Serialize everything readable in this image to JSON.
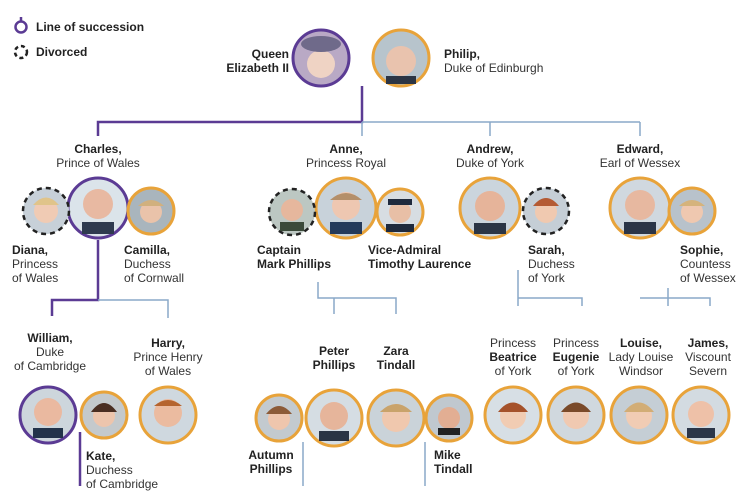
{
  "legend": {
    "succession": "Line of succession",
    "divorced": "Divorced"
  },
  "colors": {
    "succession": "#5b3b94",
    "orange": "#e8a33a",
    "line": "#8aa9c9",
    "text": "#333333"
  },
  "people": {
    "queen": {
      "l1": "Queen",
      "l2": "Elizabeth II"
    },
    "philip": {
      "name": "Philip,",
      "title": "Duke of Edinburgh"
    },
    "charles": {
      "name": "Charles,",
      "title": "Prince of Wales"
    },
    "anne": {
      "name": "Anne,",
      "title": "Princess Royal"
    },
    "andrew": {
      "name": "Andrew,",
      "title": "Duke of York"
    },
    "edward": {
      "name": "Edward,",
      "title": "Earl of Wessex"
    },
    "diana": {
      "name": "Diana,",
      "l2": "Princess",
      "l3": "of Wales"
    },
    "camilla": {
      "name": "Camilla,",
      "l2": "Duchess",
      "l3": "of Cornwall"
    },
    "mark": {
      "l1": "Captain",
      "l2": "Mark Phillips"
    },
    "tim": {
      "l1": "Vice-Admiral",
      "l2": "Timothy Laurence"
    },
    "sarah": {
      "name": "Sarah,",
      "l2": "Duchess",
      "l3": "of York"
    },
    "sophie": {
      "name": "Sophie,",
      "l2": "Countess",
      "l3": "of Wessex"
    },
    "william": {
      "name": "William,",
      "l2": "Duke",
      "l3": "of Cambridge"
    },
    "harry": {
      "name": "Harry,",
      "l2": "Prince Henry",
      "l3": "of Wales"
    },
    "peter": {
      "l1": "Peter",
      "l2": "Phillips"
    },
    "zara": {
      "l1": "Zara",
      "l2": "Tindall"
    },
    "beatrice": {
      "l1": "Princess",
      "name": "Beatrice",
      "l3": "of York"
    },
    "eugenie": {
      "l1": "Princess",
      "name": "Eugenie",
      "l3": "of York"
    },
    "louise": {
      "name": "Louise,",
      "l2": "Lady Louise",
      "l3": "Windsor"
    },
    "james": {
      "name": "James,",
      "l2": "Viscount",
      "l3": "Severn"
    },
    "kate": {
      "name": "Kate,",
      "l2": "Duchess",
      "l3": "of Cambridge"
    },
    "autumn": {
      "l1": "Autumn",
      "l2": "Phillips"
    },
    "mike": {
      "l1": "Mike",
      "l2": "Tindall"
    }
  }
}
